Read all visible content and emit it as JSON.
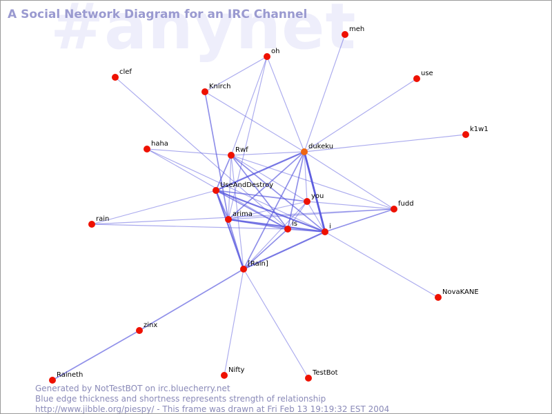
{
  "diagram": {
    "watermark": "#anynet",
    "title": "A Social Network Diagram for an IRC Channel",
    "colors": {
      "node": "#ee1100",
      "node_highlight": "#ee6611",
      "edge": "#5555dd"
    },
    "nodes": [
      {
        "id": "meh",
        "label": "meh"
      },
      {
        "id": "oh",
        "label": "oh"
      },
      {
        "id": "clef",
        "label": "clef"
      },
      {
        "id": "use",
        "label": "use"
      },
      {
        "id": "Knirch",
        "label": "Knirch"
      },
      {
        "id": "k1w1",
        "label": "k1w1"
      },
      {
        "id": "haha",
        "label": "haha"
      },
      {
        "id": "Rwf",
        "label": "Rwf"
      },
      {
        "id": "dukeku",
        "label": "dukeku",
        "highlight": true
      },
      {
        "id": "UseAndDestroy",
        "label": "UseAndDestroy"
      },
      {
        "id": "you",
        "label": "you"
      },
      {
        "id": "fudd",
        "label": "fudd"
      },
      {
        "id": "rain",
        "label": "rain"
      },
      {
        "id": "arima",
        "label": "arima"
      },
      {
        "id": "is",
        "label": "is"
      },
      {
        "id": "i",
        "label": "i"
      },
      {
        "id": "Rain",
        "label": "[Rain]"
      },
      {
        "id": "NovaKANE",
        "label": "NovaKANE"
      },
      {
        "id": "zinx",
        "label": "zinx"
      },
      {
        "id": "Raineth",
        "label": "Raineth"
      },
      {
        "id": "Nifty",
        "label": "Nifty"
      },
      {
        "id": "TestBot",
        "label": "TestBot"
      }
    ],
    "edges": [
      {
        "source": "meh",
        "target": "dukeku",
        "strength": 1
      },
      {
        "source": "oh",
        "target": "Knirch",
        "strength": 1
      },
      {
        "source": "oh",
        "target": "Rwf",
        "strength": 1
      },
      {
        "source": "oh",
        "target": "dukeku",
        "strength": 1
      },
      {
        "source": "oh",
        "target": "arima",
        "strength": 1
      },
      {
        "source": "clef",
        "target": "is",
        "strength": 1
      },
      {
        "source": "use",
        "target": "dukeku",
        "strength": 1
      },
      {
        "source": "Knirch",
        "target": "dukeku",
        "strength": 1
      },
      {
        "source": "Knirch",
        "target": "arima",
        "strength": 2
      },
      {
        "source": "k1w1",
        "target": "dukeku",
        "strength": 1
      },
      {
        "source": "haha",
        "target": "Rwf",
        "strength": 1
      },
      {
        "source": "haha",
        "target": "is",
        "strength": 1
      },
      {
        "source": "haha",
        "target": "i",
        "strength": 1
      },
      {
        "source": "Rwf",
        "target": "dukeku",
        "strength": 1
      },
      {
        "source": "Rwf",
        "target": "UseAndDestroy",
        "strength": 2
      },
      {
        "source": "Rwf",
        "target": "you",
        "strength": 1
      },
      {
        "source": "Rwf",
        "target": "fudd",
        "strength": 1
      },
      {
        "source": "Rwf",
        "target": "is",
        "strength": 2
      },
      {
        "source": "Rwf",
        "target": "i",
        "strength": 2
      },
      {
        "source": "Rwf",
        "target": "Rain",
        "strength": 1
      },
      {
        "source": "Rwf",
        "target": "arima",
        "strength": 1
      },
      {
        "source": "dukeku",
        "target": "UseAndDestroy",
        "strength": 3
      },
      {
        "source": "dukeku",
        "target": "arima",
        "strength": 2
      },
      {
        "source": "dukeku",
        "target": "i",
        "strength": 4
      },
      {
        "source": "dukeku",
        "target": "Rain",
        "strength": 2
      },
      {
        "source": "dukeku",
        "target": "is",
        "strength": 2
      },
      {
        "source": "dukeku",
        "target": "fudd",
        "strength": 1
      },
      {
        "source": "dukeku",
        "target": "you",
        "strength": 1
      },
      {
        "source": "UseAndDestroy",
        "target": "you",
        "strength": 2
      },
      {
        "source": "UseAndDestroy",
        "target": "is",
        "strength": 2
      },
      {
        "source": "UseAndDestroy",
        "target": "i",
        "strength": 3
      },
      {
        "source": "UseAndDestroy",
        "target": "Rain",
        "strength": 3
      },
      {
        "source": "UseAndDestroy",
        "target": "rain",
        "strength": 1
      },
      {
        "source": "UseAndDestroy",
        "target": "arima",
        "strength": 2
      },
      {
        "source": "you",
        "target": "fudd",
        "strength": 1
      },
      {
        "source": "you",
        "target": "arima",
        "strength": 1
      },
      {
        "source": "you",
        "target": "i",
        "strength": 1
      },
      {
        "source": "you",
        "target": "Rain",
        "strength": 1
      },
      {
        "source": "you",
        "target": "is",
        "strength": 1
      },
      {
        "source": "fudd",
        "target": "arima",
        "strength": 1
      },
      {
        "source": "fudd",
        "target": "i",
        "strength": 2
      },
      {
        "source": "fudd",
        "target": "rain",
        "strength": 1
      },
      {
        "source": "rain",
        "target": "is",
        "strength": 1
      },
      {
        "source": "arima",
        "target": "is",
        "strength": 2
      },
      {
        "source": "arima",
        "target": "i",
        "strength": 3
      },
      {
        "source": "arima",
        "target": "Rain",
        "strength": 2
      },
      {
        "source": "is",
        "target": "i",
        "strength": 2
      },
      {
        "source": "is",
        "target": "Rain",
        "strength": 2
      },
      {
        "source": "i",
        "target": "Rain",
        "strength": 3
      },
      {
        "source": "i",
        "target": "NovaKANE",
        "strength": 1
      },
      {
        "source": "Rain",
        "target": "zinx",
        "strength": 2
      },
      {
        "source": "Rain",
        "target": "Nifty",
        "strength": 1
      },
      {
        "source": "Rain",
        "target": "TestBot",
        "strength": 1
      },
      {
        "source": "zinx",
        "target": "Raineth",
        "strength": 2
      }
    ]
  },
  "footer": {
    "line1": "Generated by NotTestBOT on irc.bluecherry.net",
    "line2": "Blue edge thickness and shortness represents strength of relationship",
    "line3": "http://www.jibble.org/piespy/ - This frame was drawn at Fri Feb 13 19:19:32 EST 2004"
  }
}
